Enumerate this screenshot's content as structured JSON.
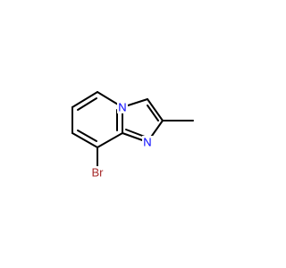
{
  "molecule": {
    "atoms": {
      "br": {
        "label": "Br",
        "color": "#A62929"
      },
      "n_bridge": {
        "label": "N",
        "color": "#0000FF"
      },
      "n_ring": {
        "label": "N",
        "color": "#0000FF"
      }
    },
    "bond_color": "#000000",
    "background": "#FFFFFF"
  }
}
